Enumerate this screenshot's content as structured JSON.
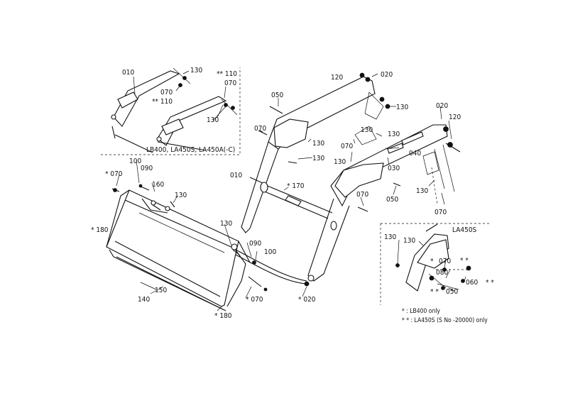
{
  "labels": {
    "l010a": "010",
    "l130a": "130",
    "l110a": "** 110",
    "l070a": "070",
    "l110b": "** 110",
    "l070b": "070",
    "l130b": "130",
    "l120a": "120",
    "l020a": "020",
    "l050a": "050",
    "l130c": "130",
    "l070c": "070",
    "l130d": "130",
    "l130e": "130",
    "l010b": "010",
    "l170": "* 170",
    "l070d": "070",
    "l130f": "130",
    "l020b": "020",
    "l120b": "120",
    "l130g": "130",
    "l070e": "070",
    "l130h": "130",
    "l040": "040",
    "l030": "030",
    "l050b": "050",
    "l130i": "130",
    "l070f": "070",
    "l100a": "100",
    "l090a": "090",
    "l070g": "* 070",
    "l160": "160",
    "l130j": "130",
    "l180a": "* 180",
    "l130k": "130",
    "l090b": "090",
    "l100b": "100",
    "l150": "150",
    "l140": "140",
    "l070h": "* 070",
    "l020c": "* 020",
    "l180b": "* 180",
    "l130l": "130",
    "l130m": "130",
    "l070i": "070",
    "l080": "080",
    "l060": "060",
    "l050c": "050"
  },
  "models_label": "LB400, LA450S, LA450A(-C)",
  "inset_label": "LA450S",
  "legend": {
    "single": "* : LB400 only",
    "double": "* * : LA450S (S No -20000) only"
  },
  "colors": {
    "line": "#111111",
    "background": "#ffffff"
  }
}
